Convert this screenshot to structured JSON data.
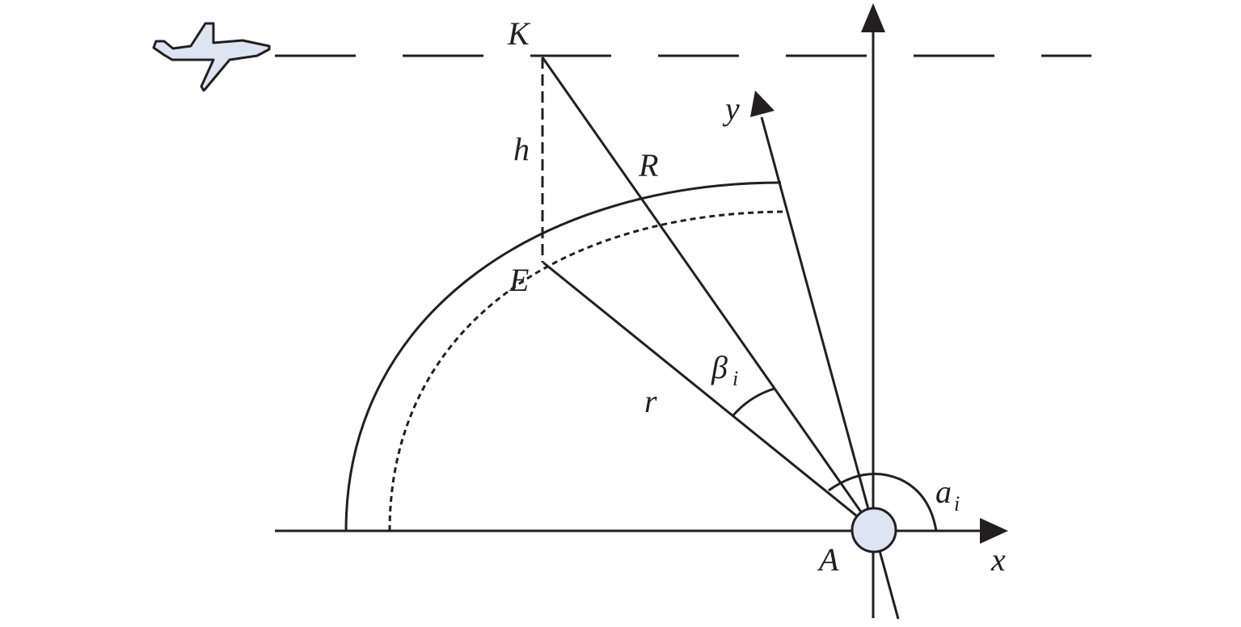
{
  "diagram": {
    "labels": {
      "K": "K",
      "h": "h",
      "R": "R",
      "E": "E",
      "y": "y",
      "beta": "β",
      "beta_sub": "i",
      "r": "r",
      "alpha": "a",
      "alpha_sub": "i",
      "A": "A",
      "x": "x"
    },
    "icons": {
      "aircraft": "airplane-icon"
    },
    "colors": {
      "stroke": "#231f20",
      "fill": "#dde5f3"
    }
  }
}
